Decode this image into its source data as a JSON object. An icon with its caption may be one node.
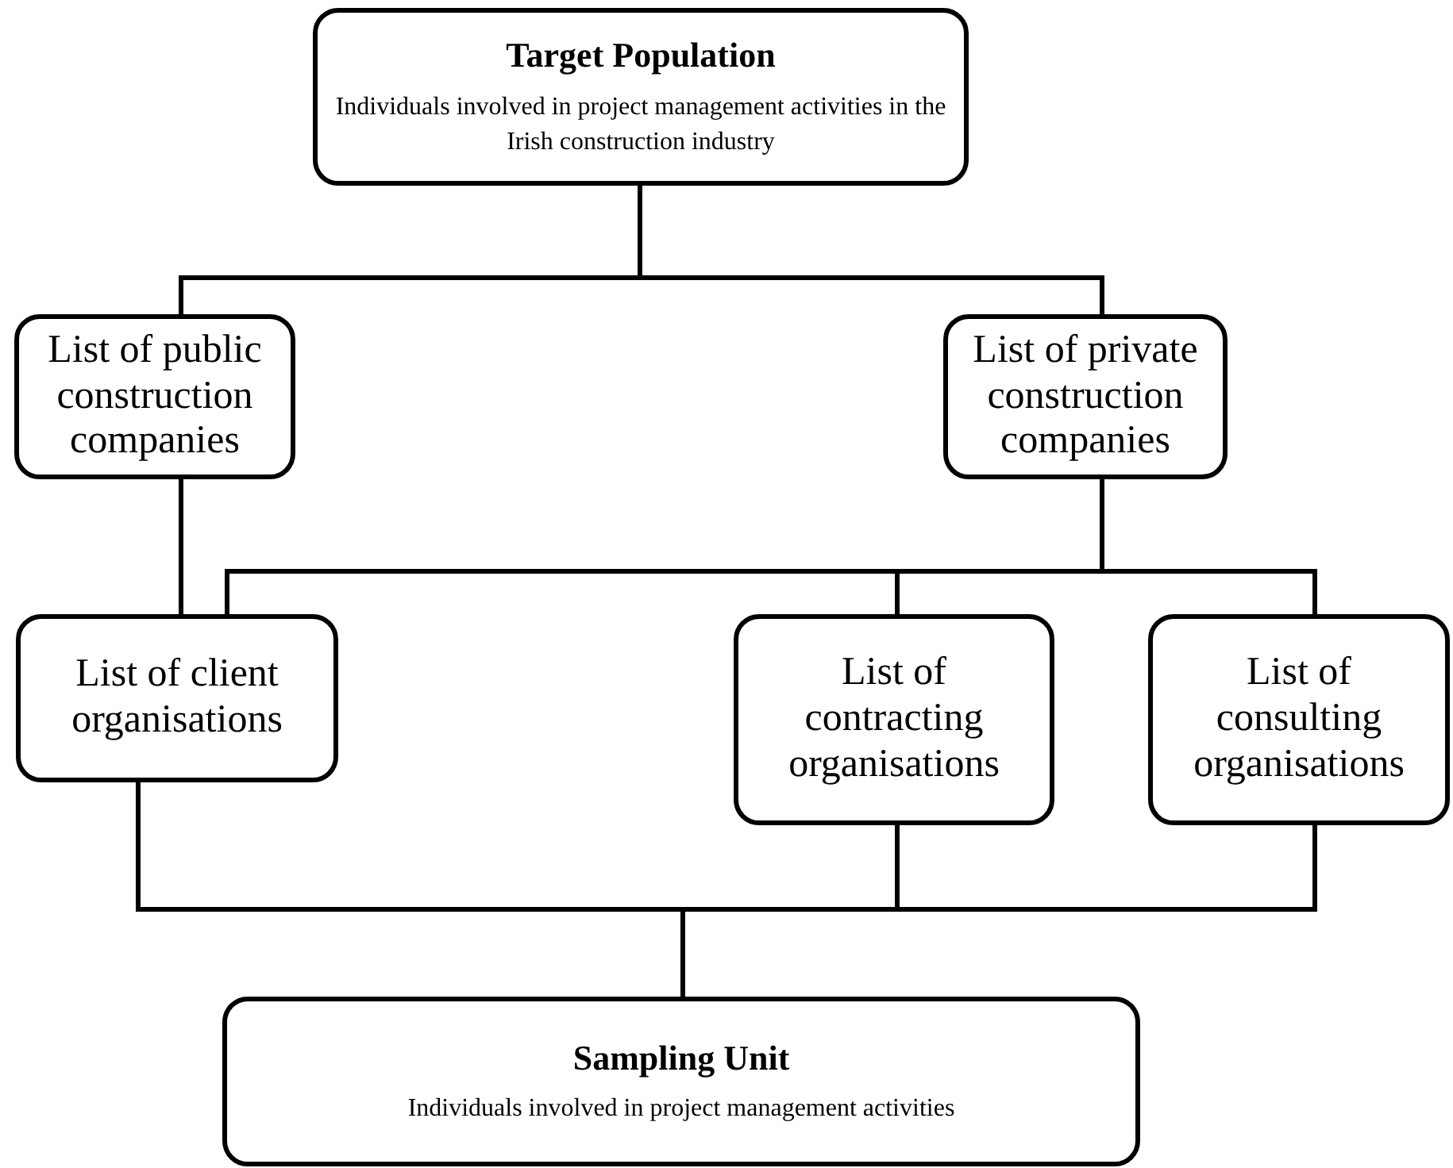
{
  "diagram": {
    "nodes": [
      {
        "text": [
          "Target Population",
          "Individuals involved in project management activities in the Irish construction industry"
        ]
      },
      {
        "text": [
          "List of public construction companies"
        ]
      },
      {
        "text": [
          "List of private construction companies"
        ]
      },
      {
        "text": [
          "List of client organisations"
        ]
      },
      {
        "text": [
          "List of contracting organisations"
        ]
      },
      {
        "text": [
          "List of consulting organisations"
        ]
      },
      {
        "text": [
          "Sampling Unit",
          "Individuals involved in project management activities"
        ]
      }
    ],
    "edges": [
      {
        "from": 0,
        "to": 1,
        "arrow": "none"
      },
      {
        "from": 0,
        "to": 2,
        "arrow": "none"
      },
      {
        "from": 1,
        "to": 3,
        "arrow": "none"
      },
      {
        "from": 2,
        "to": 3,
        "arrow": "none"
      },
      {
        "from": 2,
        "to": 4,
        "arrow": "none"
      },
      {
        "from": 2,
        "to": 5,
        "arrow": "none"
      },
      {
        "from": 3,
        "to": 6,
        "arrow": "none"
      },
      {
        "from": 4,
        "to": 6,
        "arrow": "none"
      },
      {
        "from": 5,
        "to": 6,
        "arrow": "none"
      }
    ]
  }
}
